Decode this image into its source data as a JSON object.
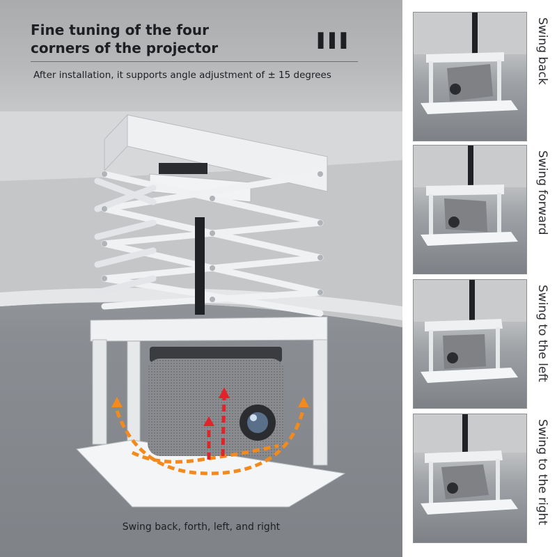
{
  "headline": {
    "line1": "Fine tuning of the four",
    "line2": "corners of the projector",
    "dashes": "▌▌▌"
  },
  "subtitle": "After installation, it supports angle adjustment of ± 15 degrees",
  "caption": "Swing back, forth, left, and right",
  "thumbnails": [
    {
      "label": "Swing back"
    },
    {
      "label": "Swing forward"
    },
    {
      "label": "Swing to the left"
    },
    {
      "label": "Swing to the right"
    }
  ],
  "colors": {
    "arrow_orange": "#f28a1e",
    "arrow_red": "#e0242a",
    "frame_white": "#eef0f2",
    "projector_grey": "#8a8c8f"
  }
}
